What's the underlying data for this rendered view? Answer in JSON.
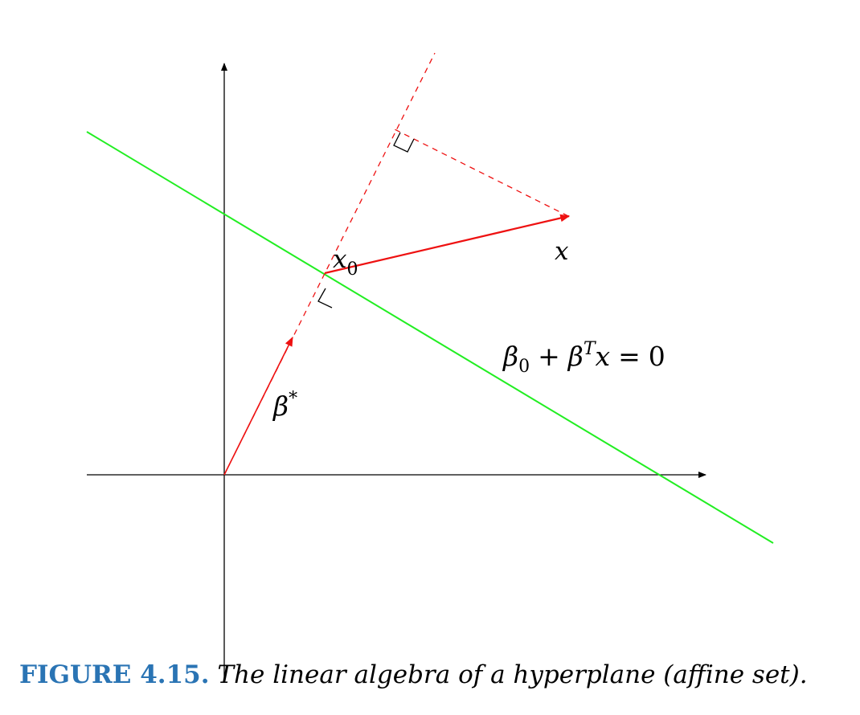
{
  "labels": {
    "x0_base": "x",
    "x0_sub": "0",
    "x": "x",
    "beta_star_base": "β",
    "beta_star_sup": "*",
    "eq_beta": "β",
    "eq_sub0": "0",
    "eq_plus": "+",
    "eq_beta2": "β",
    "eq_supT": "T",
    "eq_x": "x",
    "eq_equals": "=",
    "eq_zero": "0"
  },
  "caption": {
    "label": "FIGURE 4.15.",
    "text": "The linear algebra of a hyperplane (affine set)."
  },
  "colors": {
    "axes": "#000000",
    "hyperplane": "#22ee22",
    "vectors": "#ee1111",
    "caption_label": "#2a74b4"
  }
}
